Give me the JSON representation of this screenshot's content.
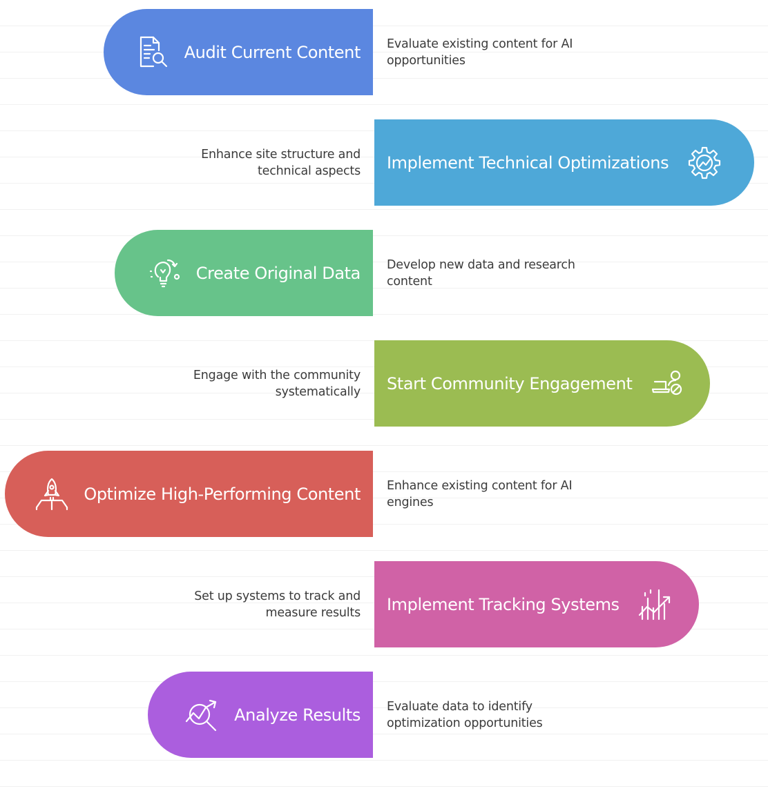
{
  "steps": [
    {
      "title": "Audit Current Content",
      "description": "Evaluate existing content for AI opportunities",
      "icon": "document-search-icon",
      "color": "#5b87e0"
    },
    {
      "title": "Implement Technical Optimizations",
      "description": "Enhance site structure and technical aspects",
      "icon": "gear-chart-icon",
      "color": "#4ea8d8"
    },
    {
      "title": "Create Original Data",
      "description": "Develop new data and research content",
      "icon": "lightbulb-icon",
      "color": "#67c38a"
    },
    {
      "title": "Start Community Engagement",
      "description": "Engage with the community systematically",
      "icon": "community-laptop-icon",
      "color": "#9bbc52"
    },
    {
      "title": "Optimize High-Performing Content",
      "description": "Enhance existing content for AI engines",
      "icon": "rocket-icon",
      "color": "#d75f59"
    },
    {
      "title": "Implement Tracking Systems",
      "description": "Set up systems to track and measure results",
      "icon": "bar-chart-trend-icon",
      "color": "#d062a6"
    },
    {
      "title": "Analyze Results",
      "description": "Evaluate data to identify optimization opportunities",
      "icon": "chart-magnifier-icon",
      "color": "#ab5ede"
    }
  ]
}
